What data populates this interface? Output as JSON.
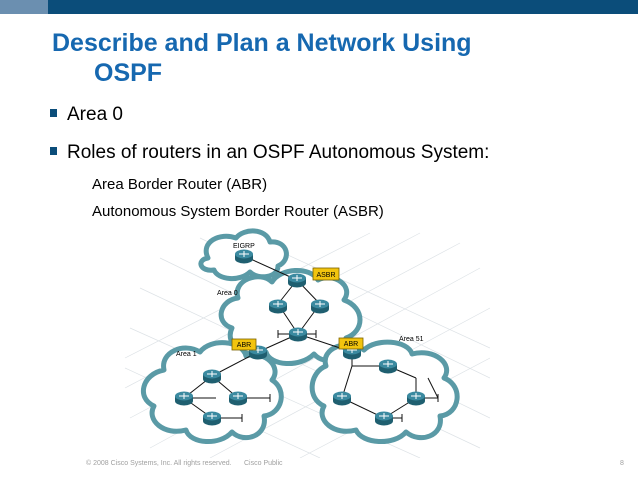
{
  "slide": {
    "title_line1": "Describe and Plan a Network Using",
    "title_line2": "OSPF",
    "bullets": [
      "Area 0",
      "Roles of routers in an OSPF Autonomous System:"
    ],
    "sub_items": [
      "Area Border Router (ABR)",
      "Autonomous System Border Router (ASBR)"
    ]
  },
  "diagram": {
    "clouds": {
      "eigrp": "EIGRP",
      "area0": "Area 0",
      "area1": "Area 1",
      "area51": "Area 51"
    },
    "badges": {
      "asbr": "ASBR",
      "abr_left": "ABR",
      "abr_right": "ABR"
    },
    "colors": {
      "cloud_stroke": "#5a9aa6",
      "badge_fill": "#f2c40e",
      "router": "#2f7c90"
    }
  },
  "footer": {
    "copyright": "© 2008 Cisco Systems, Inc. All rights reserved.",
    "classification": "Cisco Public",
    "page_number": "8"
  }
}
